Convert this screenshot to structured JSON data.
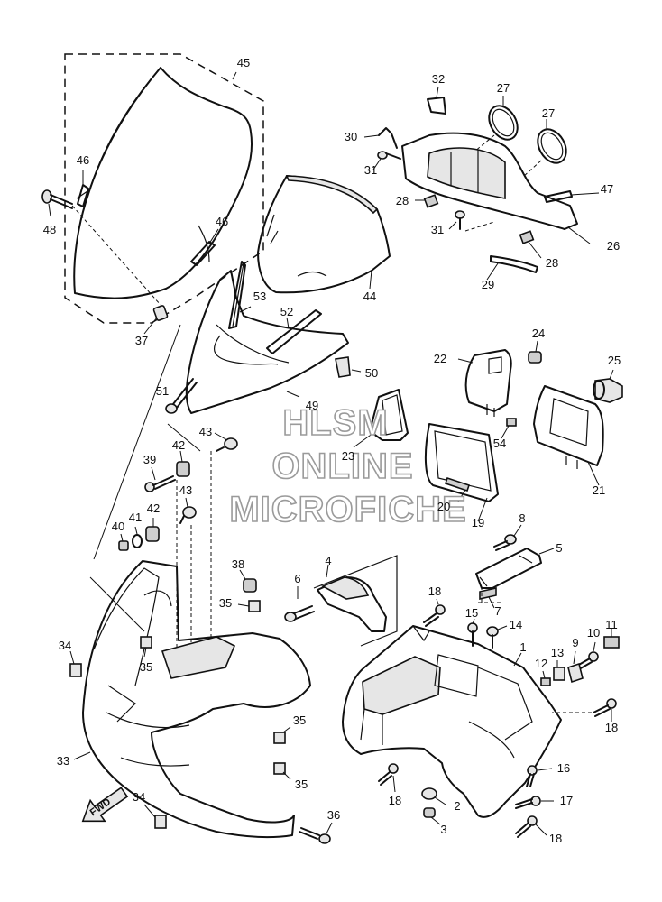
{
  "watermark": {
    "line1": "HLSM",
    "line2": "ONLINE",
    "line3": "MICROFICHE"
  },
  "fwd_label": "FWD",
  "callouts": {
    "c45": "45",
    "c46a": "46",
    "c46b": "46",
    "c48": "48",
    "c37": "37",
    "c44": "44",
    "c53": "53",
    "c52": "52",
    "c51": "51",
    "c50": "50",
    "c49": "49",
    "c32": "32",
    "c27a": "27",
    "c27b": "27",
    "c30": "30",
    "c31a": "31",
    "c28a": "28",
    "c31b": "31",
    "c47": "47",
    "c26": "26",
    "c28b": "28",
    "c29": "29",
    "c22": "22",
    "c24": "24",
    "c25": "25",
    "c54": "54",
    "c21": "21",
    "c23": "23",
    "c20": "20",
    "c19": "19",
    "c43a": "43",
    "c42a": "42",
    "c39": "39",
    "c43b": "43",
    "c40": "40",
    "c41": "41",
    "c42b": "42",
    "c8": "8",
    "c5": "5",
    "c7": "7",
    "c4": "4",
    "c6": "6",
    "c38": "38",
    "c35a": "35",
    "c18a": "18",
    "c15": "15",
    "c14": "14",
    "c1": "1",
    "c11": "11",
    "c10": "10",
    "c9": "9",
    "c13": "13",
    "c12": "12",
    "c18b": "18",
    "c34a": "34",
    "c35b": "35",
    "c33": "33",
    "c35c": "35",
    "c35d": "35",
    "c16": "16",
    "c17": "17",
    "c18c": "18",
    "c18d": "18",
    "c2": "2",
    "c3": "3",
    "c34b": "34",
    "c36": "36"
  }
}
